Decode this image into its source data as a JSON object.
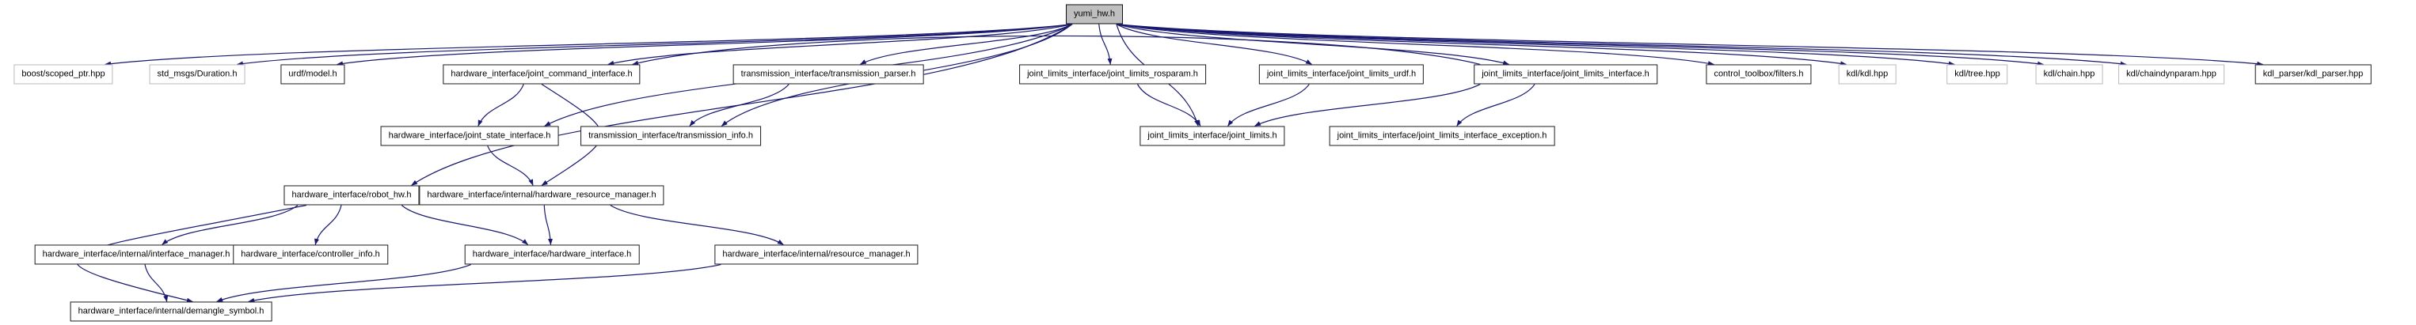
{
  "diagram": {
    "kind": "include-dependency-graph",
    "root_label": "yumi_hw.h"
  },
  "colors": {
    "edge": "#191970",
    "root_fill": "#bfbfbf",
    "documented_border": "#1c1c1c",
    "external_border": "#b9b9b9",
    "background": "#ffffff"
  },
  "nodes": {
    "yumi_hw": {
      "label": "yumi_hw.h"
    },
    "boost_scoped_ptr": {
      "label": "boost/scoped_ptr.hpp"
    },
    "std_msgs_duration": {
      "label": "std_msgs/Duration.h"
    },
    "urdf_model": {
      "label": "urdf/model.h"
    },
    "joint_command": {
      "label": "hardware_interface/joint_command_interface.h"
    },
    "trans_parser": {
      "label": "transmission_interface/transmission_parser.h"
    },
    "limits_rosparam": {
      "label": "joint_limits_interface/joint_limits_rosparam.h"
    },
    "limits_urdf": {
      "label": "joint_limits_interface/joint_limits_urdf.h"
    },
    "limits_iface": {
      "label": "joint_limits_interface/joint_limits_interface.h"
    },
    "filters": {
      "label": "control_toolbox/filters.h"
    },
    "kdl_kdl": {
      "label": "kdl/kdl.hpp"
    },
    "kdl_tree": {
      "label": "kdl/tree.hpp"
    },
    "kdl_chain": {
      "label": "kdl/chain.hpp"
    },
    "kdl_chaindyn": {
      "label": "kdl/chaindynparam.hpp"
    },
    "kdl_parser": {
      "label": "kdl_parser/kdl_parser.hpp"
    },
    "joint_state": {
      "label": "hardware_interface/joint_state_interface.h"
    },
    "trans_info": {
      "label": "transmission_interface/transmission_info.h"
    },
    "joint_limits": {
      "label": "joint_limits_interface/joint_limits.h"
    },
    "limits_exception": {
      "label": "joint_limits_interface/joint_limits_interface_exception.h"
    },
    "robot_hw": {
      "label": "hardware_interface/robot_hw.h"
    },
    "hw_res_mgr": {
      "label": "hardware_interface/internal/hardware_resource_manager.h"
    },
    "iface_mgr": {
      "label": "hardware_interface/internal/interface_manager.h"
    },
    "controller_info": {
      "label": "hardware_interface/controller_info.h"
    },
    "hw_iface": {
      "label": "hardware_interface/hardware_interface.h"
    },
    "res_mgr": {
      "label": "hardware_interface/internal/resource_manager.h"
    },
    "demangle": {
      "label": "hardware_interface/internal/demangle_symbol.h"
    }
  },
  "edges": [
    {
      "from": "yumi_hw",
      "to": "boost_scoped_ptr"
    },
    {
      "from": "yumi_hw",
      "to": "std_msgs_duration"
    },
    {
      "from": "yumi_hw",
      "to": "urdf_model"
    },
    {
      "from": "yumi_hw",
      "to": "joint_command"
    },
    {
      "from": "yumi_hw",
      "to": "joint_state"
    },
    {
      "from": "yumi_hw",
      "to": "robot_hw"
    },
    {
      "from": "yumi_hw",
      "to": "trans_parser"
    },
    {
      "from": "yumi_hw",
      "to": "trans_info"
    },
    {
      "from": "yumi_hw",
      "to": "limits_rosparam"
    },
    {
      "from": "yumi_hw",
      "to": "limits_urdf"
    },
    {
      "from": "yumi_hw",
      "to": "limits_iface"
    },
    {
      "from": "yumi_hw",
      "to": "joint_limits"
    },
    {
      "from": "yumi_hw",
      "to": "filters"
    },
    {
      "from": "yumi_hw",
      "to": "kdl_kdl"
    },
    {
      "from": "yumi_hw",
      "to": "kdl_tree"
    },
    {
      "from": "yumi_hw",
      "to": "kdl_chain"
    },
    {
      "from": "yumi_hw",
      "to": "kdl_chaindyn"
    },
    {
      "from": "yumi_hw",
      "to": "kdl_parser"
    },
    {
      "from": "joint_command",
      "to": "joint_state"
    },
    {
      "from": "joint_command",
      "to": "hw_res_mgr",
      "bendx": 100
    },
    {
      "from": "joint_state",
      "to": "hw_res_mgr"
    },
    {
      "from": "trans_parser",
      "to": "trans_info"
    },
    {
      "from": "limits_rosparam",
      "to": "joint_limits"
    },
    {
      "from": "limits_urdf",
      "to": "joint_limits"
    },
    {
      "from": "limits_iface",
      "to": "joint_limits"
    },
    {
      "from": "limits_iface",
      "to": "limits_exception"
    },
    {
      "from": "limits_iface",
      "to": "joint_command"
    },
    {
      "from": "robot_hw",
      "to": "iface_mgr"
    },
    {
      "from": "robot_hw",
      "to": "controller_info"
    },
    {
      "from": "robot_hw",
      "to": "hw_iface"
    },
    {
      "from": "robot_hw",
      "to": "demangle",
      "bendx": -280
    },
    {
      "from": "hw_res_mgr",
      "to": "hw_iface"
    },
    {
      "from": "hw_res_mgr",
      "to": "res_mgr"
    },
    {
      "from": "iface_mgr",
      "to": "demangle"
    },
    {
      "from": "hw_iface",
      "to": "demangle"
    },
    {
      "from": "res_mgr",
      "to": "demangle"
    }
  ]
}
